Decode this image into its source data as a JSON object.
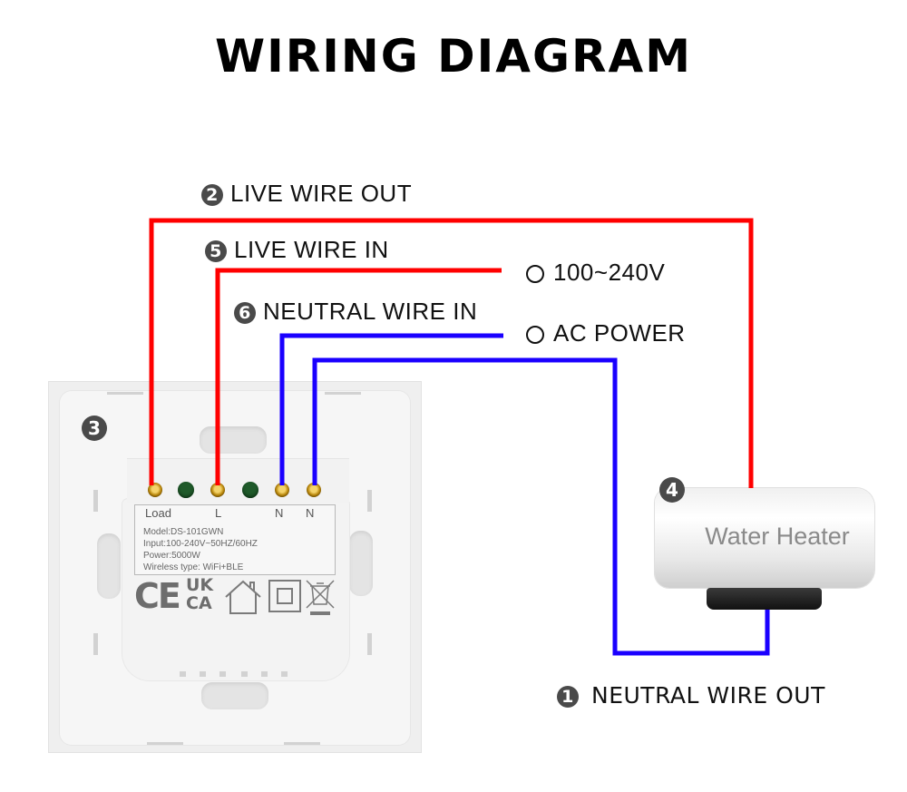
{
  "title": "WIRING DIAGRAM",
  "labels": {
    "live_wire_out": {
      "number": "2",
      "text": "LIVE WIRE OUT"
    },
    "live_wire_in": {
      "number": "5",
      "text": "LIVE WIRE IN"
    },
    "neutral_wire_in": {
      "number": "6",
      "text": "NEUTRAL WIRE IN"
    },
    "neutral_wire_out": {
      "number": "1",
      "text": "NEUTRAL WIRE OUT"
    },
    "switch_number": "3",
    "heater_number": "4"
  },
  "power_source": {
    "voltage": "100~240V",
    "type": "AC POWER"
  },
  "switch": {
    "terminals": [
      "Load",
      "L",
      "N",
      "N"
    ],
    "specs": {
      "model": "Model:DS-101GWN",
      "input": "Input:100-240V~50HZ/60HZ",
      "power": "Power:5000W",
      "wireless": "Wireless type:  WiFi+BLE"
    },
    "certifications": {
      "ce": "CE",
      "ukca_top": "UK",
      "ukca_bottom": "CA"
    }
  },
  "appliance": {
    "name": "Water Heater"
  },
  "colors": {
    "live": "#ff0000",
    "neutral": "#1a00ff",
    "badge": "#4a4a4a"
  }
}
